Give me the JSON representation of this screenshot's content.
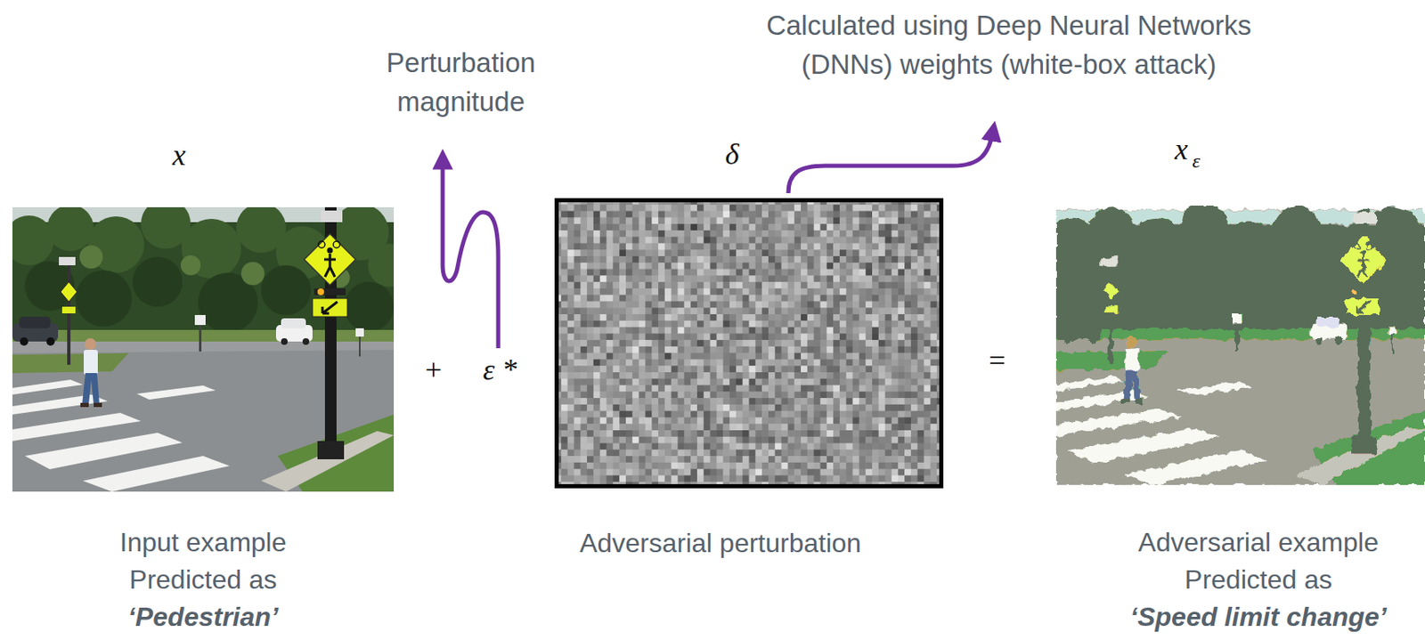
{
  "diagram": {
    "labels": [
      "Calculated using Deep Neural Networks (DNNs) weights (white-box attack)",
      "Perturbation magnitude",
      "x",
      "δ",
      "x",
      "ε",
      "+",
      "ε *",
      "=",
      "Input example",
      "Predicted as",
      "‘Pedestrian’",
      "Adversarial perturbation",
      "Adversarial example",
      "Predicted as",
      "‘Speed limit change’"
    ]
  }
}
